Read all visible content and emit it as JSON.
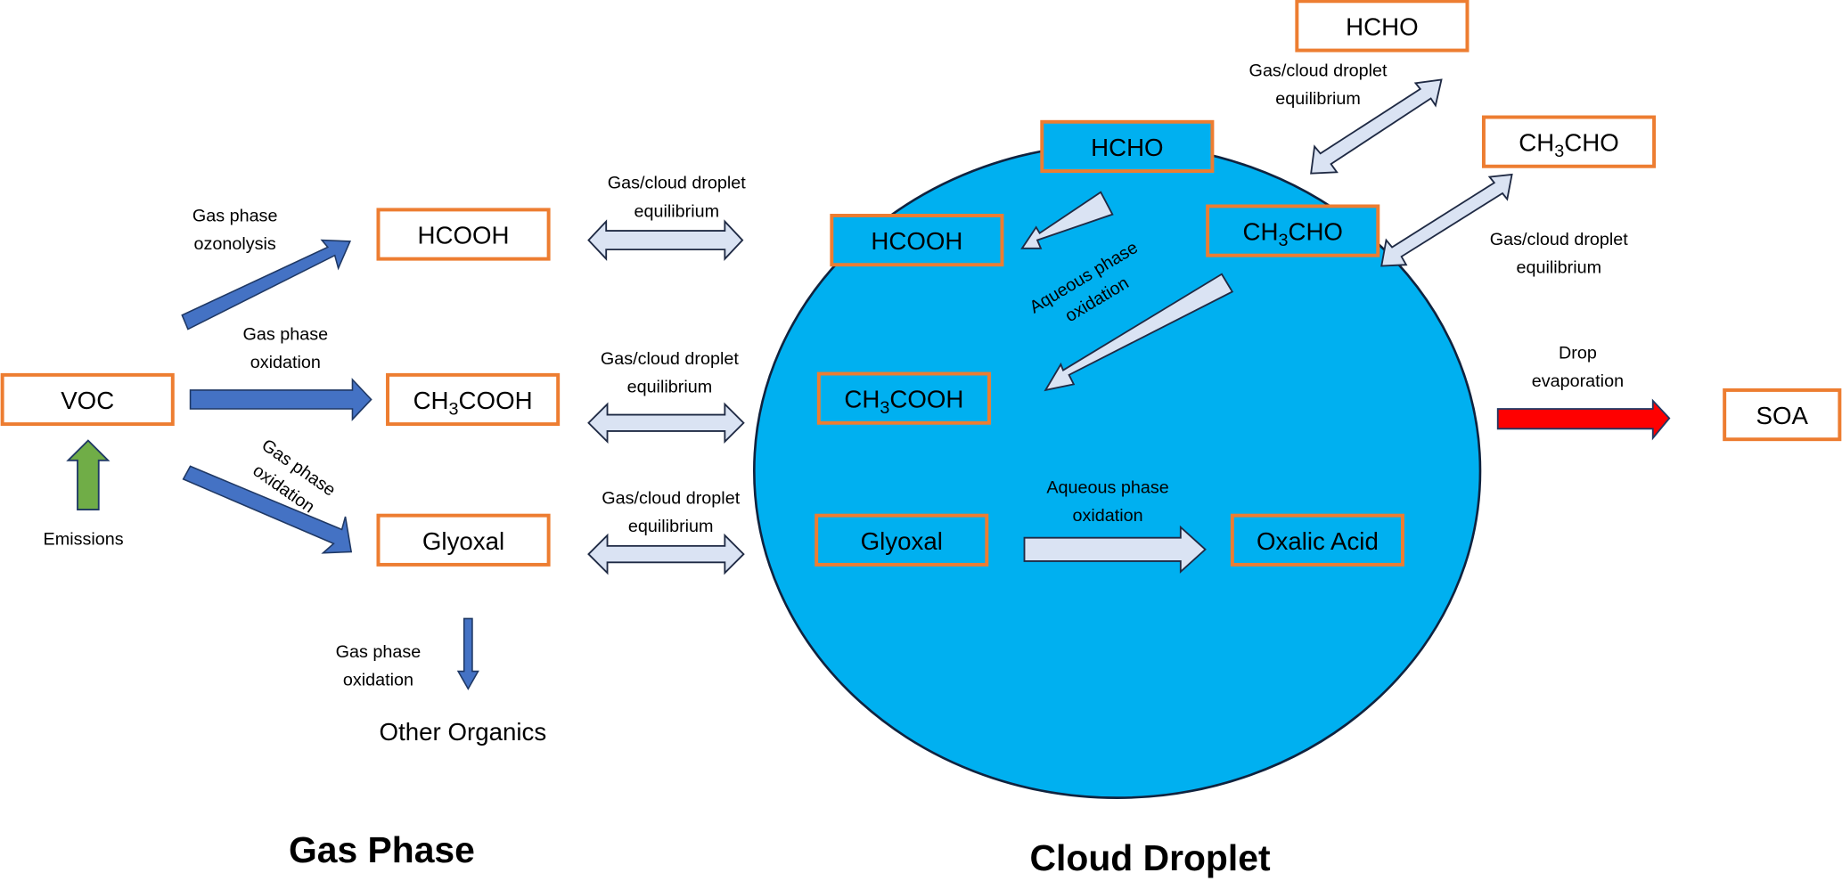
{
  "colors": {
    "droplet_fill": "#00b0f0",
    "box_border": "#ed7d31",
    "gas_arrow": "#4472c4",
    "equilibrium_arrow": "#dae3f3",
    "emission_arrow": "#70ad47",
    "evaporation_arrow": "#ff0000"
  },
  "sections": {
    "gas_phase_title": "Gas Phase",
    "cloud_droplet_title": "Cloud Droplet"
  },
  "gas_phase": {
    "voc": "VOC",
    "hcooh": "HCOOH",
    "ch3cooh": {
      "pre": "CH",
      "sub": "3",
      "post": "COOH"
    },
    "glyoxal": "Glyoxal",
    "other_organics": "Other Organics",
    "emissions_label": "Emissions",
    "ozonolysis_label": [
      "Gas phase",
      "ozonolysis"
    ],
    "oxidation_ch3cooh_label": [
      "Gas phase",
      "oxidation"
    ],
    "oxidation_glyoxal_label": [
      "Gas phase",
      "oxidation"
    ],
    "oxidation_other_label": [
      "Gas phase",
      "oxidation"
    ]
  },
  "equilibrium_labels": {
    "hcooh": [
      "Gas/cloud droplet",
      "equilibrium"
    ],
    "ch3cooh": [
      "Gas/cloud droplet",
      "equilibrium"
    ],
    "glyoxal": [
      "Gas/cloud droplet",
      "equilibrium"
    ],
    "hcho": [
      "Gas/cloud droplet",
      "equilibrium"
    ],
    "ch3cho": [
      "Gas/cloud droplet",
      "equilibrium"
    ]
  },
  "external_gas": {
    "hcho": "HCHO",
    "ch3cho": {
      "pre": "CH",
      "sub": "3",
      "post": "CHO"
    }
  },
  "droplet": {
    "hcho": "HCHO",
    "hcooh": "HCOOH",
    "ch3cho": {
      "pre": "CH",
      "sub": "3",
      "post": "CHO"
    },
    "ch3cooh": {
      "pre": "CH",
      "sub": "3",
      "post": "COOH"
    },
    "glyoxal": "Glyoxal",
    "oxalic_acid": "Oxalic Acid",
    "aqueous_diag_label": [
      "Aqueous phase",
      "oxidation"
    ],
    "aqueous_glyoxal_label": [
      "Aqueous phase",
      "oxidation"
    ]
  },
  "evaporation": {
    "label": [
      "Drop",
      "evaporation"
    ],
    "soa": "SOA"
  }
}
